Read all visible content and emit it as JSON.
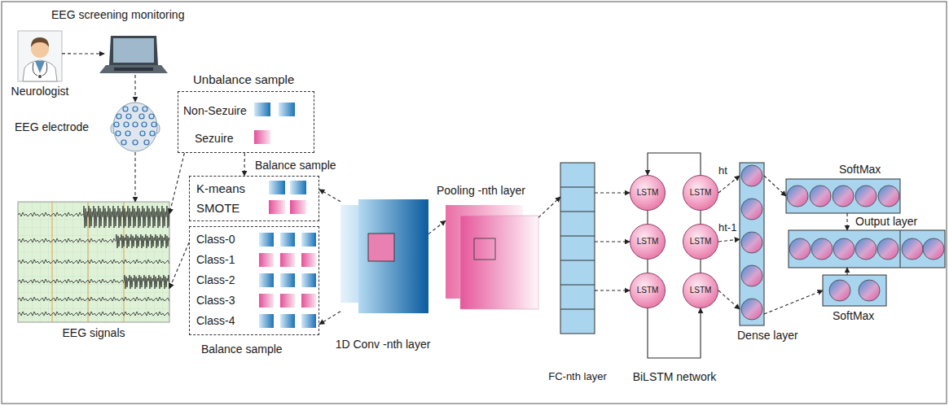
{
  "diagram": {
    "nodes": [
      {
        "text": [
          "Neurologist"
        ]
      },
      {
        "text": [
          "EEG screening monitoring"
        ]
      },
      {
        "text": [
          "EEG electrode"
        ]
      },
      {
        "text": [
          "EEG signals"
        ]
      },
      {
        "text": [
          "Unbalance sample",
          "Non-Sezuire",
          "Sezuire"
        ]
      },
      {
        "text": [
          "Balance sample",
          "K-means",
          "SMOTE"
        ]
      },
      {
        "text": [
          "Class-0",
          "Class-1",
          "Class-2",
          "Class-3",
          "Class-4",
          "Balance sample"
        ]
      },
      {
        "text": [
          "1D Conv -nth layer"
        ]
      },
      {
        "text": [
          "Pooling -nth layer"
        ]
      },
      {
        "text": [
          "FC-nth layer"
        ]
      },
      {
        "text": [
          "LSTM"
        ]
      },
      {
        "text": [
          "LSTM"
        ]
      },
      {
        "text": [
          "LSTM"
        ]
      },
      {
        "text": [
          "LSTM"
        ]
      },
      {
        "text": [
          "LSTM"
        ]
      },
      {
        "text": [
          "LSTM"
        ]
      },
      {
        "text": [
          "Dense layer"
        ]
      },
      {
        "text": [
          "SoftMax"
        ]
      },
      {
        "text": [
          "Output layer"
        ]
      },
      {
        "text": [
          "SoftMax"
        ]
      }
    ],
    "edges": [
      {
        "from": 0,
        "to": 1,
        "arrow": "to"
      },
      {
        "from": 1,
        "to": 2,
        "arrow": "to"
      },
      {
        "from": 2,
        "to": 3,
        "arrow": "to"
      },
      {
        "from": 4,
        "to": 3,
        "arrow": "to"
      },
      {
        "from": 6,
        "to": 3,
        "arrow": "to"
      },
      {
        "from": 4,
        "to": 5,
        "arrow": "to"
      },
      {
        "from": 7,
        "to": 5,
        "arrow": "to"
      },
      {
        "from": 7,
        "to": 6,
        "arrow": "to"
      },
      {
        "from": 7,
        "to": 8,
        "arrow": "to"
      },
      {
        "from": 8,
        "to": 9,
        "arrow": "to"
      },
      {
        "from": 9,
        "to": 10,
        "arrow": "to"
      },
      {
        "from": 9,
        "to": 11,
        "arrow": "to"
      },
      {
        "from": 9,
        "to": 12,
        "arrow": "to"
      },
      {
        "from": 10,
        "to": 11,
        "arrow": "none"
      },
      {
        "from": 11,
        "to": 12,
        "arrow": "none"
      },
      {
        "from": 13,
        "to": 14,
        "arrow": "none"
      },
      {
        "from": 14,
        "to": 15,
        "arrow": "none"
      },
      {
        "from": 13,
        "to": 10,
        "arrow": "to"
      },
      {
        "from": 12,
        "to": 15,
        "arrow": "to"
      },
      {
        "from": 13,
        "to": 16,
        "label": "ht",
        "arrow": "to"
      },
      {
        "from": 14,
        "to": 16,
        "label": "ht-1",
        "arrow": "to"
      },
      {
        "from": 15,
        "to": 16,
        "arrow": "to"
      },
      {
        "from": 16,
        "to": 17,
        "arrow": "to"
      },
      {
        "from": 16,
        "to": 19,
        "arrow": "to"
      },
      {
        "from": 17,
        "to": 18,
        "arrow": "to"
      },
      {
        "from": 19,
        "to": 18,
        "arrow": "to"
      }
    ],
    "labels": [
      "BiLSTM network"
    ]
  }
}
